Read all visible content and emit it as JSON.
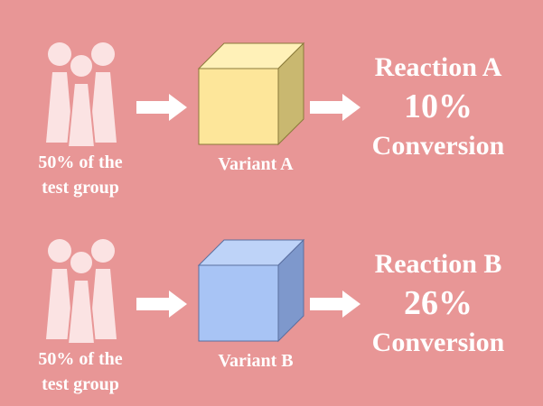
{
  "colors": {
    "background": "#e89696",
    "people": "#fbe3e3",
    "arrow": "#ffffff",
    "text": "#ffffff",
    "cube_a_front": "#fde69a",
    "cube_a_top": "#fff1b8",
    "cube_a_side": "#c9b870",
    "cube_b_front": "#a8c4f5",
    "cube_b_top": "#bed3f8",
    "cube_b_side": "#7e98cc"
  },
  "rows": [
    {
      "group_label_line1": "50% of the",
      "group_label_line2": "test group",
      "variant_label": "Variant A",
      "reaction_title": "Reaction A",
      "conversion_percent": "10%",
      "conversion_label": "Conversion",
      "icons": [
        "people-group-icon",
        "arrow-right-icon",
        "cube-icon"
      ]
    },
    {
      "group_label_line1": "50% of the",
      "group_label_line2": "test group",
      "variant_label": "Variant B",
      "reaction_title": "Reaction B",
      "conversion_percent": "26%",
      "conversion_label": "Conversion",
      "icons": [
        "people-group-icon",
        "arrow-right-icon",
        "cube-icon"
      ]
    }
  ]
}
